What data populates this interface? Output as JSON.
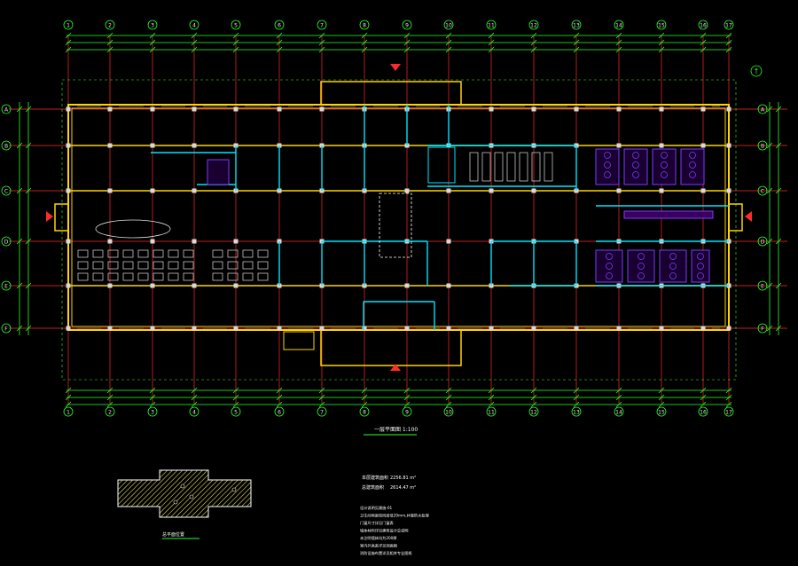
{
  "drawing": {
    "plan_title": "一层平面图 1:100",
    "plan_subtitle": "",
    "keyplan_title": "总平面位置",
    "north_marker": "↑",
    "colors": {
      "background": "#000000",
      "grid": "#ff2a2a",
      "dimension": "#2bff2b",
      "wall": "#ffd400",
      "partition": "#00e5ff",
      "window": "#b0b0ff",
      "fixture": "#7a3cff",
      "annotation": "#ffffff",
      "entrance": "#ff2a2a",
      "hatch": "#e8e060"
    }
  },
  "grid": {
    "columns": [
      "1",
      "2",
      "3",
      "4",
      "5",
      "6",
      "7",
      "8",
      "9",
      "10",
      "11",
      "12",
      "13",
      "14",
      "15",
      "16",
      "17"
    ],
    "rows": [
      "A",
      "B",
      "C",
      "D",
      "E",
      "F"
    ]
  },
  "stats": [
    {
      "label": "本层建筑面积",
      "value": "2256.81 m²"
    },
    {
      "label": "总建筑面积",
      "value": "2614.47 m²"
    }
  ],
  "notes": [
    "设计说明见建施-01",
    "卫生间地面较同层低20mm,并做防水处理",
    "门窗尺寸详见门窗表",
    "墙体材料详见建筑设计总说明",
    "未注明墙体均为200厚",
    "室内外高差详见剖面图",
    "消防设施布置详见相关专业图纸"
  ]
}
